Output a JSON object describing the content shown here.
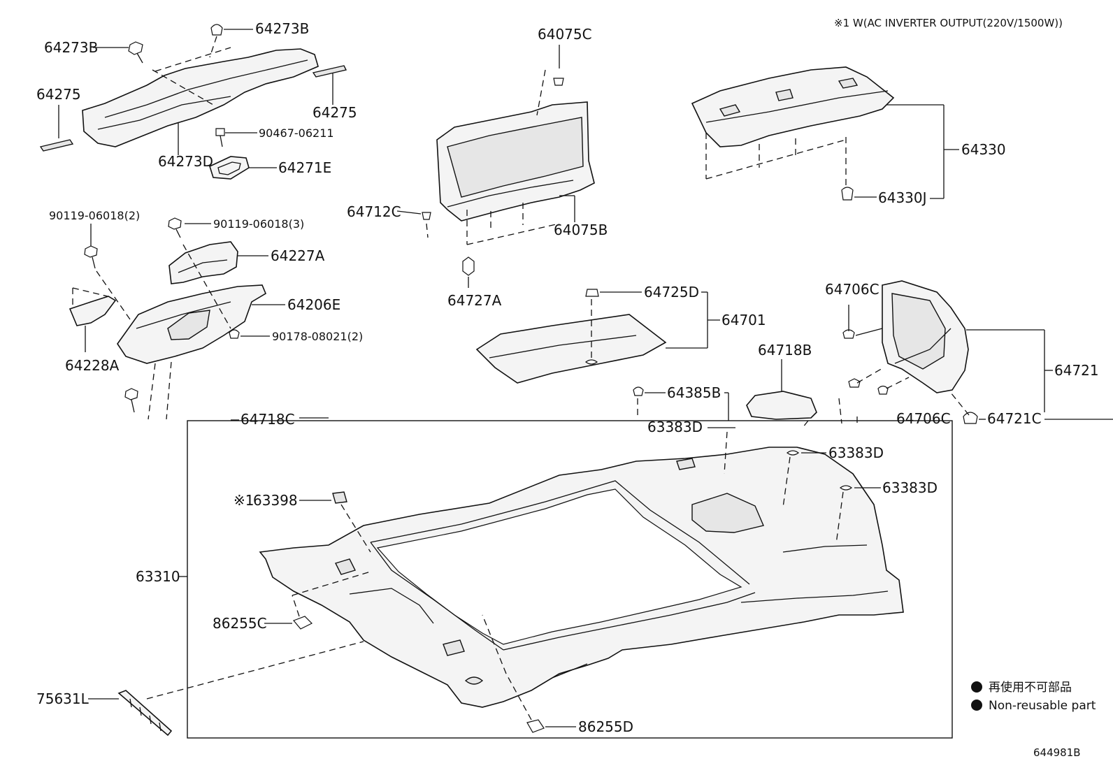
{
  "note": "※1 W(AC INVERTER OUTPUT(220V/1500W))",
  "diagram_code": "644981B",
  "legend": {
    "jp": "再使用不可部品",
    "en": "Non-reusable part"
  },
  "parts": {
    "p64273B_a": "64273B",
    "p64273B_b": "64273B",
    "p64275_a": "64275",
    "p64275_b": "64275",
    "p64273D": "64273D",
    "p90467": "90467-06211",
    "p64271E": "64271E",
    "p90119_2": "90119-06018(2)",
    "p90119_3": "90119-06018(3)",
    "p64227A": "64227A",
    "p64206E": "64206E",
    "p90178": "90178-08021(2)",
    "p64228A": "64228A",
    "p64718C": "64718C",
    "p64075C": "64075C",
    "p64712C": "64712C",
    "p64075B": "64075B",
    "p64727A": "64727A",
    "p64725D": "64725D",
    "p64701": "64701",
    "p64330": "64330",
    "p64330J": "64330J",
    "p64706C_a": "64706C",
    "p64706C_b": "64706C",
    "p64721": "64721",
    "p64721C": "64721C",
    "p64718B": "64718B",
    "p64385B": "64385B",
    "p63383D_a": "63383D",
    "p63383D_b": "63383D",
    "p63383D_c": "63383D",
    "p63398": "63398",
    "p63398_mark": "※1",
    "p63310": "63310",
    "p86255C": "86255C",
    "p86255D": "86255D",
    "p75631L": "75631L"
  }
}
